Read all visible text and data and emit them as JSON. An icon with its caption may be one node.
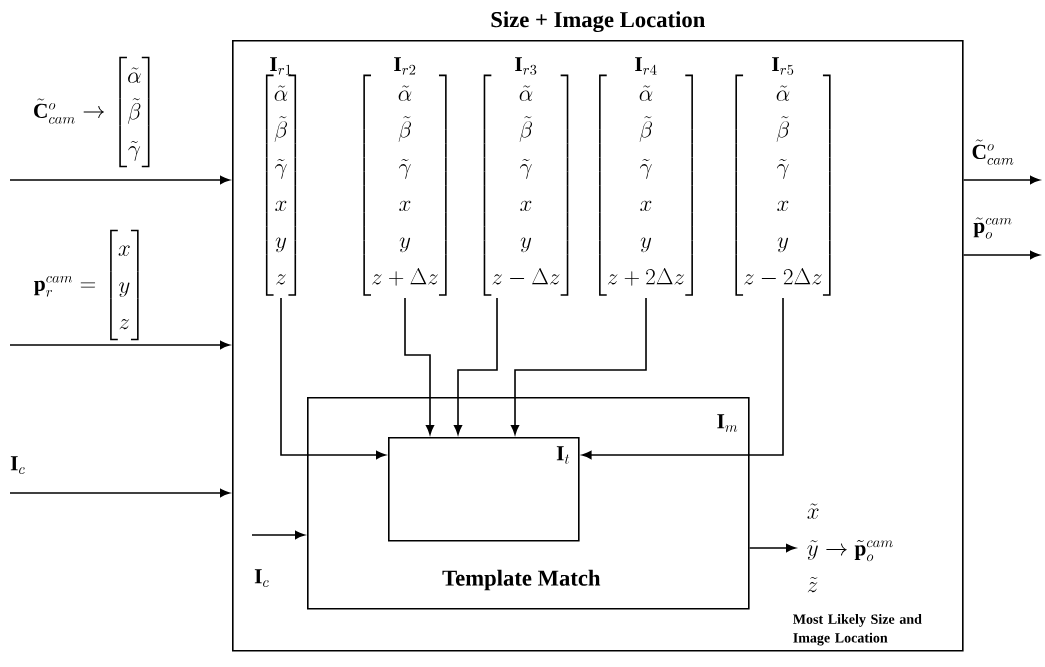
{
  "diagram": {
    "nodes": [
      {
        "text": [
          "Size + Image Location"
        ]
      },
      {
        "text": [
          "\\mathbf{I}_{r1}",
          "\\begin{bmatrix}\\tilde{\\alpha}\\\\ \\tilde{\\beta}\\\\ \\tilde{\\gamma}\\\\ x\\\\ y\\\\ z\\end{bmatrix}"
        ],
        "in": 0
      },
      {
        "text": [
          "\\mathbf{I}_{r2}",
          "\\begin{bmatrix}\\tilde{\\alpha}\\\\ \\tilde{\\beta}\\\\ \\tilde{\\gamma}\\\\ x\\\\ y\\\\ z + \\Delta z\\end{bmatrix}"
        ],
        "in": 0
      },
      {
        "text": [
          "\\mathbf{I}_{r3}",
          "\\begin{bmatrix}\\tilde{\\alpha}\\\\ \\tilde{\\beta}\\\\ \\tilde{\\gamma}\\\\ x\\\\ y\\\\ z - \\Delta z\\end{bmatrix}"
        ],
        "in": 0
      },
      {
        "text": [
          "\\mathbf{I}_{r4}",
          "\\begin{bmatrix}\\tilde{\\alpha}\\\\ \\tilde{\\beta}\\\\ \\tilde{\\gamma}\\\\ x\\\\ y\\\\ z + 2\\Delta z\\end{bmatrix}"
        ],
        "in": 0
      },
      {
        "text": [
          "\\mathbf{I}_{r5}",
          "\\begin{bmatrix}\\tilde{\\alpha}\\\\ \\tilde{\\beta}\\\\ \\tilde{\\gamma}\\\\ x\\\\ y\\\\ z - 2\\Delta z\\end{bmatrix}"
        ],
        "in": 0
      },
      {
        "text": [
          "\\mathbf{I}_m",
          "Template Match"
        ],
        "in": 0
      },
      {
        "text": [
          "\\mathbf{I}_t"
        ],
        "in": 6
      },
      {
        "text": [
          "\\begin{array}{l}\\tilde{x}\\\\ \\tilde{y} \\rightarrow \\tilde{\\mathbf{p}}_o^{cam}\\\\ \\tilde{z}\\end{array}"
        ],
        "beside": [
          "Most Likely Size and Image Location"
        ],
        "in": 0
      }
    ],
    "edges": [
      {
        "from": null,
        "to": 0,
        "arrow": "to",
        "label": "\\tilde{\\mathbf{C}}^{o}_{cam} \\rightarrow \\begin{bmatrix}\\tilde{\\alpha}\\\\ \\tilde{\\beta}\\\\ \\tilde{\\gamma}\\end{bmatrix}"
      },
      {
        "from": null,
        "to": 0,
        "arrow": "to",
        "label": "\\mathbf{p}_r^{cam} = \\begin{bmatrix}x\\\\ y\\\\ z\\end{bmatrix}"
      },
      {
        "from": null,
        "to": 0,
        "arrow": "to",
        "label": "\\mathbf{I}_c"
      },
      {
        "from": 0,
        "to": null,
        "arrow": "to",
        "label": "\\tilde{\\mathbf{C}}^{o}_{cam}"
      },
      {
        "from": 0,
        "to": null,
        "arrow": "to",
        "label": "\\tilde{\\mathbf{p}}_o^{cam}"
      },
      {
        "from": 1,
        "to": 7,
        "arrow": "to"
      },
      {
        "from": 2,
        "to": 7,
        "arrow": "to"
      },
      {
        "from": 3,
        "to": 7,
        "arrow": "to"
      },
      {
        "from": 4,
        "to": 7,
        "arrow": "to"
      },
      {
        "from": 5,
        "to": 7,
        "arrow": "to"
      },
      {
        "from": null,
        "to": 6,
        "arrow": "to",
        "label": "\\mathbf{I}_c"
      },
      {
        "from": 6,
        "to": 8,
        "arrow": "to"
      }
    ]
  }
}
